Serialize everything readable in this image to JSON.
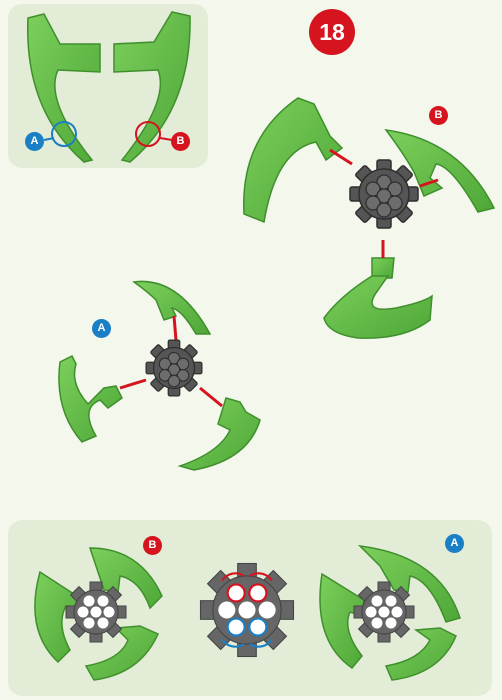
{
  "step": {
    "number": "18"
  },
  "labels": {
    "a": "A",
    "b": "B"
  },
  "colors": {
    "piece_green": "#5db844",
    "piece_green_dark": "#3f8f2c",
    "hub_gray": "#5a5a5a",
    "hub_gray_dark": "#3a3a3a",
    "accent_red": "#d6141f",
    "accent_blue": "#1a7fc4",
    "panel_bg": "#e2ecd6",
    "page_bg": "#f3f7ec"
  },
  "icons": [
    "m-shaped-piece-icon",
    "curved-blade-icon",
    "gear-hub-icon",
    "connector-line-icon"
  ]
}
